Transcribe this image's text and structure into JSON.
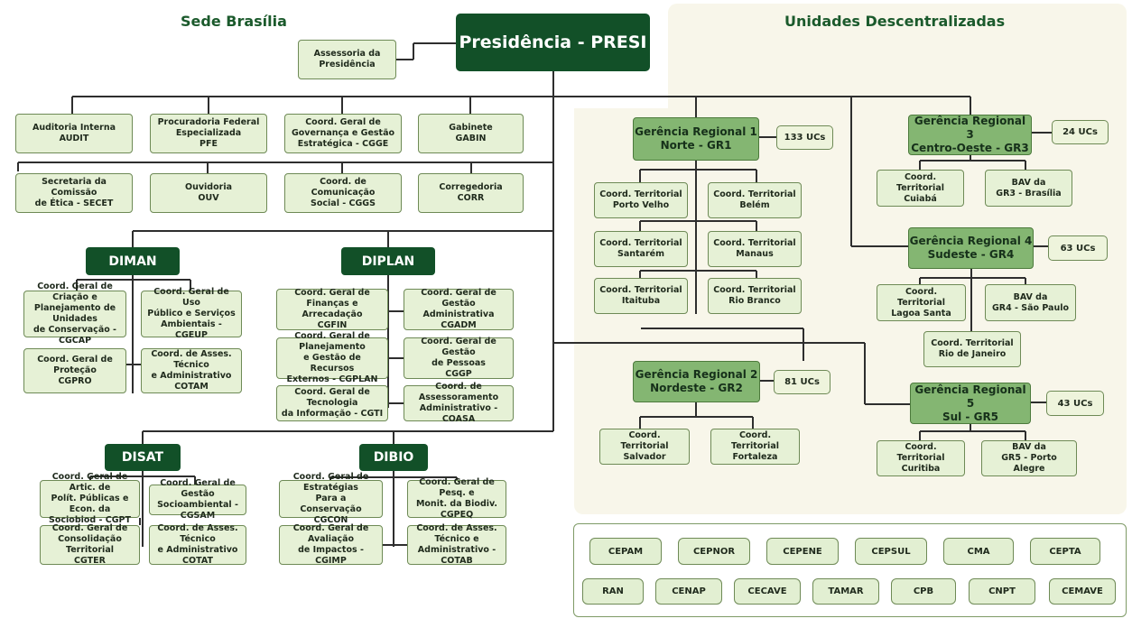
{
  "headings": {
    "left": "Sede Brasília",
    "right": "Unidades Descentralizadas"
  },
  "presi": "Presidência - PRESI",
  "assessoria": "Assessoria da\nPresidência",
  "top_row1": {
    "audit": "Auditoria Interna\nAUDIT",
    "pfe": "Procuradoria Federal\nEspecializada\nPFE",
    "cgge": "Coord. Geral de\nGovernança e Gestão\nEstratégica - CGGE",
    "gabin": "Gabinete\nGABIN"
  },
  "top_row2": {
    "secet": "Secretaria da Comissão\nde Ética - SECET",
    "ouv": "Ouvidoria\nOUV",
    "cggs": "Coord. de Comunicação\nSocial - CGGS",
    "corr": "Corregedoria\nCORR"
  },
  "diman": {
    "title": "DIMAN",
    "cgcap": "Coord. Geral de Criação e\nPlanejamento de Unidades\nde Conservação - CGCAP",
    "cgeup": "Coord. Geral de Uso\nPúblico e Serviços\nAmbientais - CGEUP",
    "cgpro": "Coord. Geral de Proteção\nCGPRO",
    "cotam": "Coord. de Asses. Técnico\ne Administrativo\nCOTAM"
  },
  "diplan": {
    "title": "DIPLAN",
    "cgfin": "Coord. Geral de Finanças e\nArrecadação\nCGFIN",
    "cgadm": "Coord. Geral de Gestão\nAdministrativa\nCGADM",
    "cgplan": "Coord. Geral de Planejamento\ne Gestão de Recursos\nExternos - CGPLAN",
    "cggp": "Coord. Geral de Gestão\nde Pessoas\nCGGP",
    "cgti": "Coord. Geral de Tecnologia\nda Informação - CGTI",
    "coasa": "Coord. de Assessoramento\nAdministrativo - COASA"
  },
  "disat": {
    "title": "DISAT",
    "cgpt": "Coord. Geral de Artic. de\nPolít. Públicas e Econ. da\nSociobiod - CGPT",
    "cgsam": "Coord. Geral de Gestão\nSocioambiental - CGSAM",
    "cgter": "Coord. Geral de\nConsolidação Territorial\nCGTER",
    "cotat": "Coord. de Asses. Técnico\ne Administrativo\nCOTAT"
  },
  "dibio": {
    "title": "DIBIO",
    "cgcon": "Coord. Geral de Estratégias\nPara a Conservação\nCGCON",
    "cgpeq": "Coord. Geral de Pesq. e\nMonit. da Biodiv.\nCGPEQ",
    "cgimp": "Coord. Geral de Avaliação\nde Impactos - CGIMP",
    "cotab": "Coord. de Asses. Técnico e\nAdministrativo - COTAB"
  },
  "gr1": {
    "title": "Gerência Regional 1\nNorte - GR1",
    "ucs": "133 UCs",
    "units": [
      "Coord. Territorial\nPorto Velho",
      "Coord. Territorial\nBelém",
      "Coord. Territorial\nSantarém",
      "Coord. Territorial\nManaus",
      "Coord. Territorial\nItaituba",
      "Coord. Territorial\nRio Branco"
    ]
  },
  "gr2": {
    "title": "Gerência Regional 2\nNordeste - GR2",
    "ucs": "81 UCs",
    "units": [
      "Coord. Territorial\nSalvador",
      "Coord. Territorial\nFortaleza"
    ]
  },
  "gr3": {
    "title": "Gerência Regional 3\nCentro-Oeste - GR3",
    "ucs": "24 UCs",
    "units": [
      "Coord. Territorial\nCuiabá",
      "BAV da\nGR3 - Brasília"
    ]
  },
  "gr4": {
    "title": "Gerência Regional 4\nSudeste - GR4",
    "ucs": "63 UCs",
    "units": [
      "Coord. Territorial\nLagoa Santa",
      "BAV da\nGR4 - São Paulo",
      "Coord. Territorial\nRio de Janeiro"
    ]
  },
  "gr5": {
    "title": "Gerência Regional 5\nSul - GR5",
    "ucs": "43 UCs",
    "units": [
      "Coord. Territorial\nCuritiba",
      "BAV da\nGR5 - Porto Alegre"
    ]
  },
  "centers_row1": [
    "CEPAM",
    "CEPNOR",
    "CEPENE",
    "CEPSUL",
    "CMA",
    "CEPTA"
  ],
  "centers_row2": [
    "RAN",
    "CENAP",
    "CECAVE",
    "TAMAR",
    "CPB",
    "CNPT",
    "CEMAVE"
  ]
}
